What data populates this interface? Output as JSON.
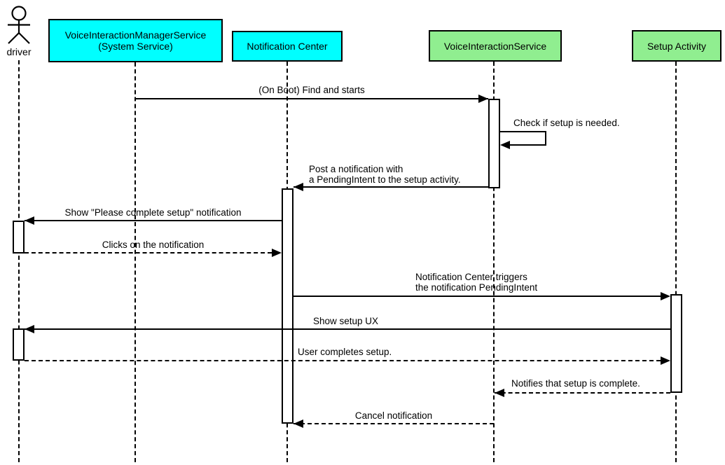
{
  "diagram": {
    "kind": "uml-sequence-diagram",
    "actor": {
      "name": "driver"
    },
    "participants": [
      {
        "id": "voice-interaction-manager-service",
        "label": "VoiceInteractionManagerService\n(System Service)",
        "fill": "#00FFFF"
      },
      {
        "id": "notification-center",
        "label": "Notification Center",
        "fill": "#00FFFF"
      },
      {
        "id": "voice-interaction-service",
        "label": "VoiceInteractionService",
        "fill": "#90EE90"
      },
      {
        "id": "setup-activity",
        "label": "Setup Activity",
        "fill": "#90EE90"
      }
    ],
    "messages": [
      {
        "from": "VoiceInteractionManagerService",
        "to": "VoiceInteractionService",
        "label": "(On Boot) Find and starts",
        "line": "solid"
      },
      {
        "from": "VoiceInteractionService",
        "to": "VoiceInteractionService",
        "label": "Check if setup is needed.",
        "line": "solid",
        "self": true
      },
      {
        "from": "VoiceInteractionService",
        "to": "Notification Center",
        "label": "Post a notification with\na PendingIntent to the setup activity.",
        "line": "solid"
      },
      {
        "from": "Notification Center",
        "to": "driver",
        "label": "Show \"Please complete setup\" notification",
        "line": "solid"
      },
      {
        "from": "driver",
        "to": "Notification Center",
        "label": "Clicks on the notification",
        "line": "dashed"
      },
      {
        "from": "Notification Center",
        "to": "Setup Activity",
        "label": "Notification Center triggers\nthe notification PendingIntent",
        "line": "solid"
      },
      {
        "from": "Setup Activity",
        "to": "driver",
        "label": "Show setup UX",
        "line": "solid"
      },
      {
        "from": "driver",
        "to": "Setup Activity",
        "label": "User completes setup.",
        "line": "dashed"
      },
      {
        "from": "Setup Activity",
        "to": "VoiceInteractionService",
        "label": "Notifies that setup is complete.",
        "line": "dashed"
      },
      {
        "from": "VoiceInteractionService",
        "to": "Notification Center",
        "label": "Cancel notification",
        "line": "dashed"
      }
    ],
    "colors": {
      "system_box_fill": "#00FFFF",
      "app_box_fill": "#90EE90",
      "stroke": "#000000",
      "background": "#FFFFFF"
    }
  }
}
